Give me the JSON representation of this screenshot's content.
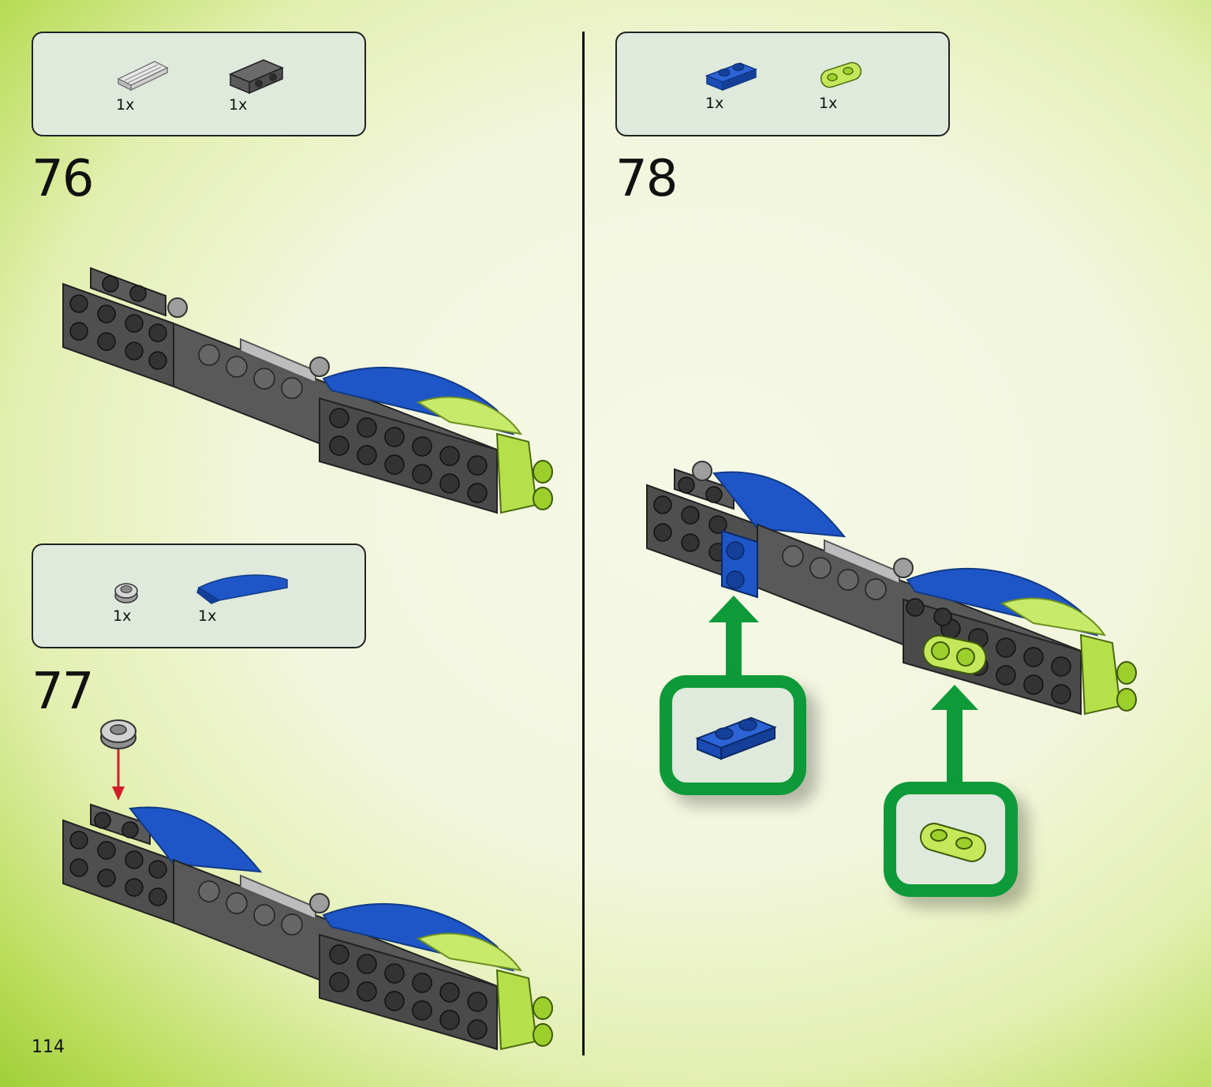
{
  "page_number": "114",
  "steps": [
    {
      "number": "76",
      "parts": [
        {
          "qty": "1x",
          "icon": "light-grey-grille-tile-icon"
        },
        {
          "qty": "1x",
          "icon": "dark-grey-bracket-plate-icon"
        }
      ]
    },
    {
      "number": "77",
      "parts": [
        {
          "qty": "1x",
          "icon": "light-grey-round-plate-icon"
        },
        {
          "qty": "1x",
          "icon": "blue-curved-slope-icon"
        }
      ]
    },
    {
      "number": "78",
      "parts": [
        {
          "qty": "1x",
          "icon": "blue-1x2-plate-icon"
        },
        {
          "qty": "1x",
          "icon": "lime-1x2-rounded-plate-icon"
        }
      ]
    }
  ],
  "colors": {
    "callout_frame": "#0f9a3a",
    "parts_box": "#dfe9dc",
    "dark_grey": "#5a5a5a",
    "blue": "#1e56c8",
    "lime": "#b5e04a",
    "arrow_red": "#d21e2a"
  }
}
